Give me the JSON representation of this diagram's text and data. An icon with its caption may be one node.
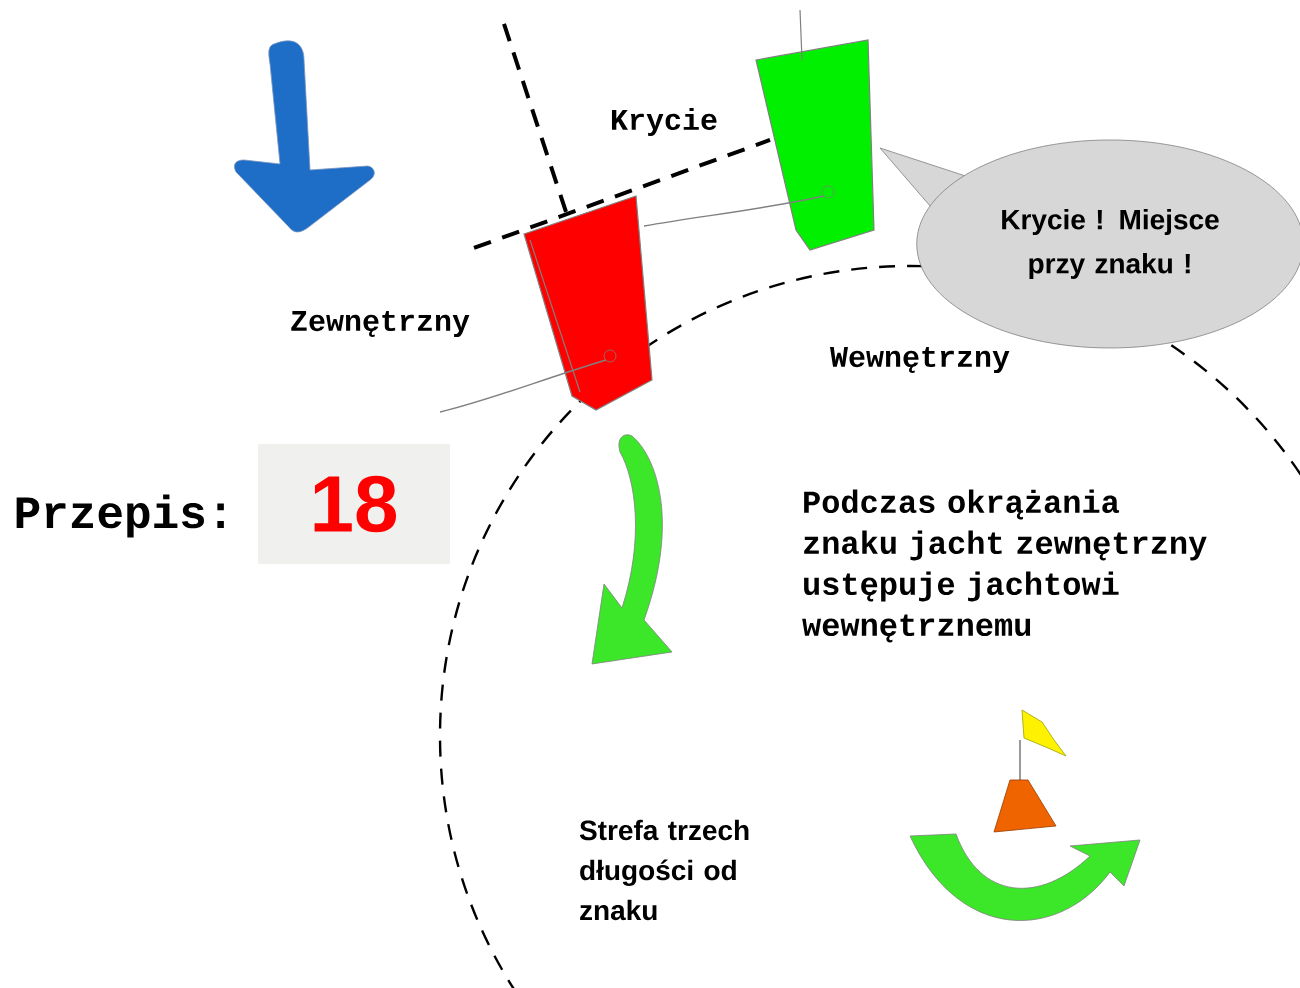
{
  "diagram": {
    "nodes": [
      {
        "text": [
          "Krycie ! Miejsce przy znaku !"
        ]
      }
    ],
    "labels": [
      "Krycie",
      "Zewnętrzny",
      "Wewnętrzny",
      "Przepis:",
      "18",
      "Podczas okrążania znaku jacht zewnętrzny ustępuje jachtowi wewnętrznemu",
      "Strefa trzech długości od znaku"
    ]
  }
}
